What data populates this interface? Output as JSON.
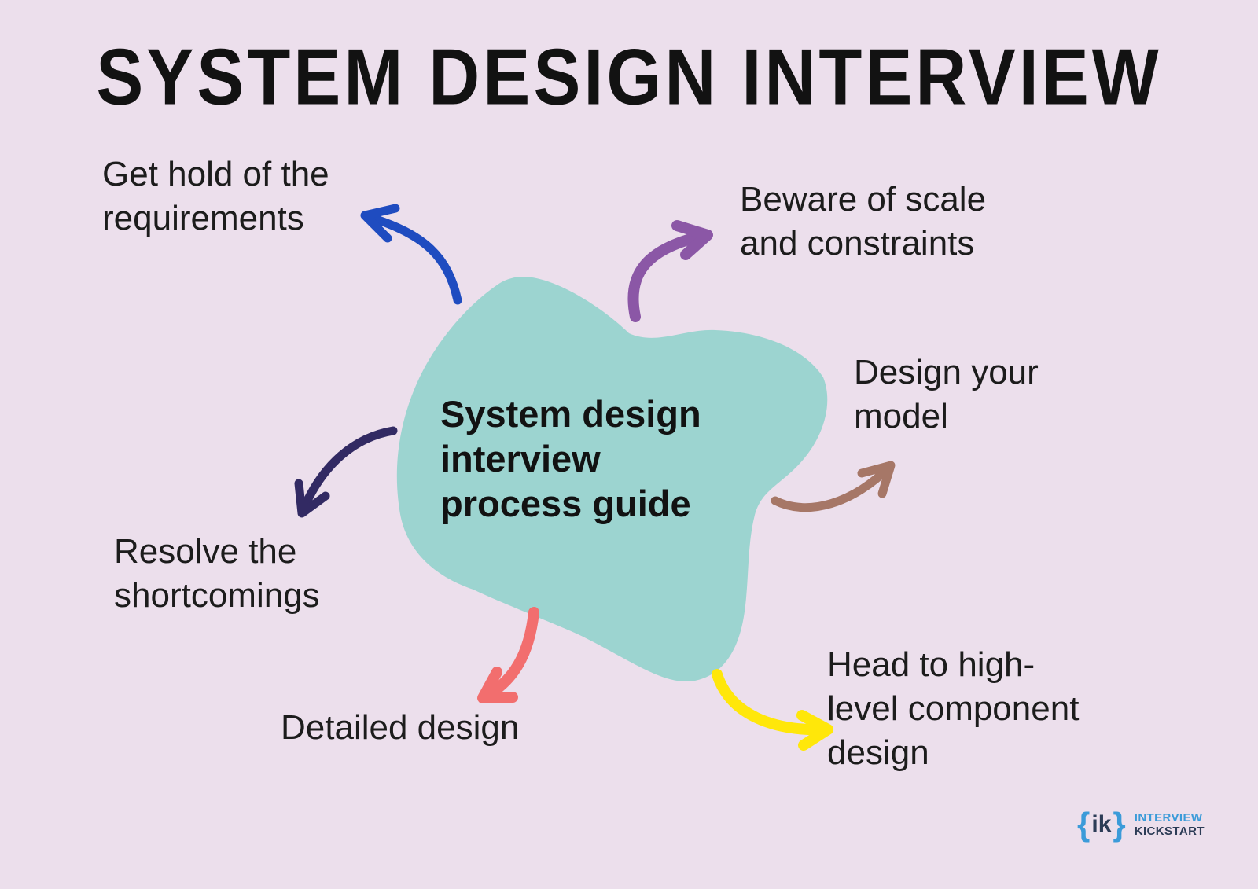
{
  "background_color": "#ecdfec",
  "title": "SYSTEM DESIGN INTERVIEW",
  "center_blob": {
    "color": "#9cd4d0",
    "text_lines": [
      "System design",
      "interview",
      "process guide"
    ]
  },
  "steps": [
    {
      "name": "get-hold-of-requirements",
      "lines": [
        "Get hold of the",
        "requirements"
      ],
      "arrow_color": "#1f4cc0"
    },
    {
      "name": "beware-of-scale-and-constraints",
      "lines": [
        "Beware of scale",
        "and constraints"
      ],
      "arrow_color": "#8b57a6"
    },
    {
      "name": "design-your-model",
      "lines": [
        "Design your",
        "model"
      ],
      "arrow_color": "#a67767"
    },
    {
      "name": "head-to-high-level-component-design",
      "lines": [
        "Head to high-",
        "level component",
        "design"
      ],
      "arrow_color": "#ffe70a"
    },
    {
      "name": "detailed-design",
      "lines": [
        "Detailed design"
      ],
      "arrow_color": "#f26e6e"
    },
    {
      "name": "resolve-the-shortcomings",
      "lines": [
        "Resolve the",
        "shortcomings"
      ],
      "arrow_color": "#322a63"
    }
  ],
  "logo": {
    "brace_open": "{",
    "symbol_letters": "ik",
    "brace_close": "}",
    "line1": "INTERVIEW",
    "line2": "KICKSTART",
    "blue": "#3b9bd9",
    "navy": "#2c3c56"
  }
}
